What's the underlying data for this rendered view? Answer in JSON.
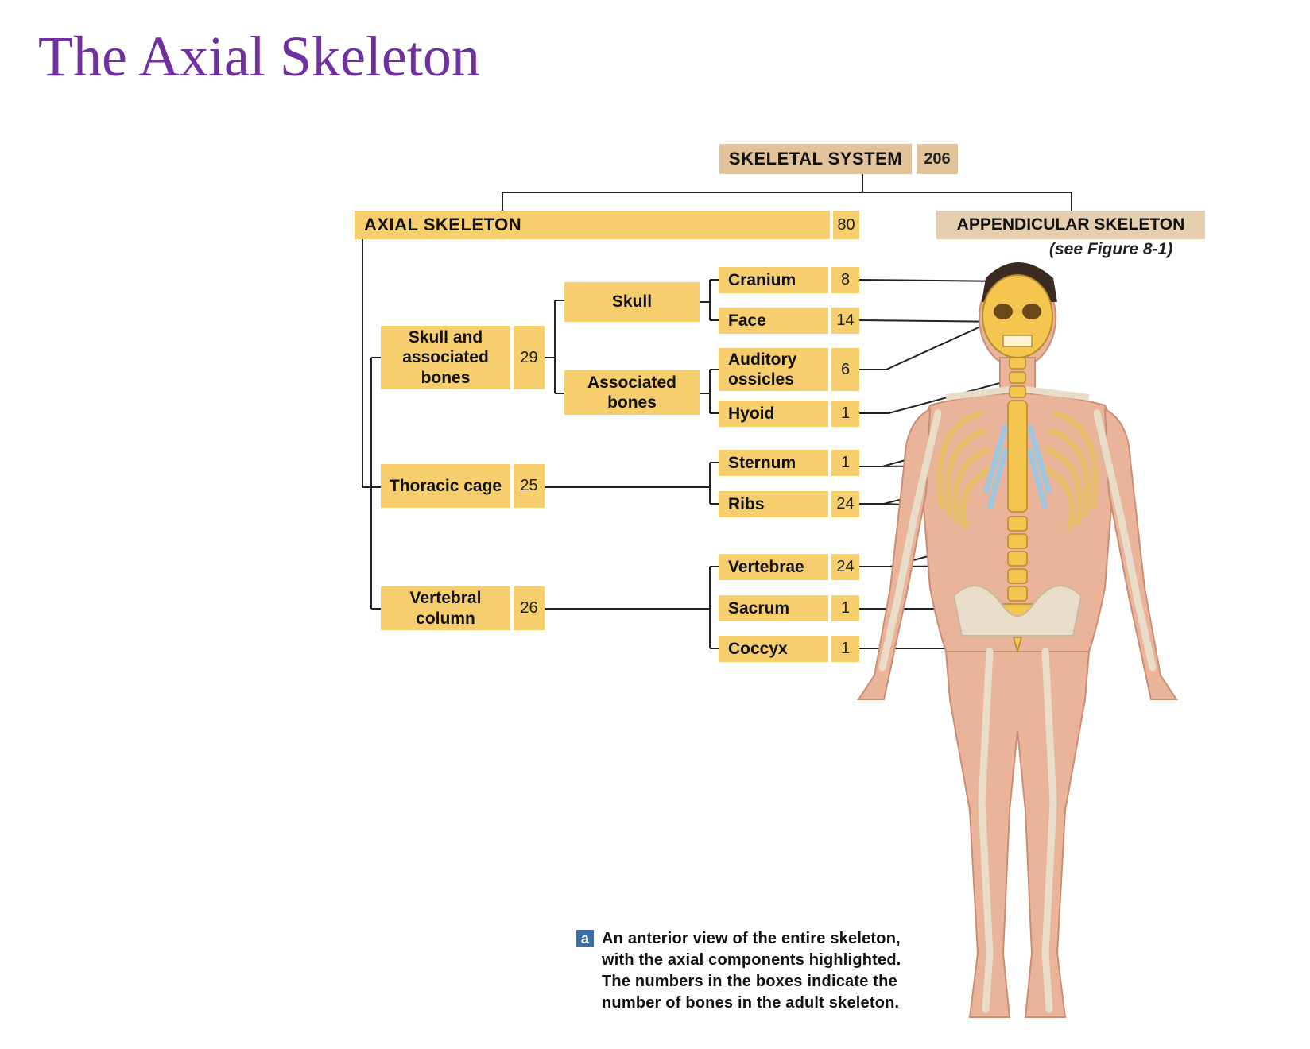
{
  "page_title": "The Axial Skeleton",
  "skeletal_system": {
    "label": "SKELETAL SYSTEM",
    "count": "206"
  },
  "axial": {
    "label": "AXIAL SKELETON",
    "count": "80"
  },
  "appendicular": {
    "label": "APPENDICULAR SKELETON",
    "note": "(see Figure 8-1)"
  },
  "groups": {
    "skull_assoc": {
      "label": "Skull and associated bones",
      "count": "29"
    },
    "thoracic": {
      "label": "Thoracic cage",
      "count": "25"
    },
    "vertebral": {
      "label": "Vertebral column",
      "count": "26"
    }
  },
  "subgroups": {
    "skull": {
      "label": "Skull"
    },
    "associated": {
      "label": "Associated bones"
    }
  },
  "bones": [
    {
      "label": "Cranium",
      "count": "8"
    },
    {
      "label": "Face",
      "count": "14"
    },
    {
      "label": "Auditory ossicles",
      "count": "6"
    },
    {
      "label": "Hyoid",
      "count": "1"
    },
    {
      "label": "Sternum",
      "count": "1"
    },
    {
      "label": "Ribs",
      "count": "24"
    },
    {
      "label": "Vertebrae",
      "count": "24"
    },
    {
      "label": "Sacrum",
      "count": "1"
    },
    {
      "label": "Coccyx",
      "count": "1"
    }
  ],
  "caption": {
    "badge": "a",
    "text": "An anterior view of the entire skeleton, with the axial components highlighted. The numbers in the boxes indicate the number of bones in the adult skeleton."
  },
  "colors": {
    "box_fill": "#f7ce6d",
    "tan_fill": "#e2c39a",
    "title": "#7030a0"
  }
}
